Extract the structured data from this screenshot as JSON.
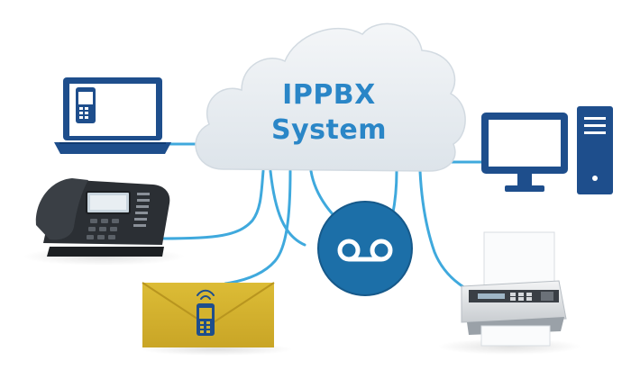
{
  "cloud": {
    "title": "IPPBX",
    "subtitle": "System"
  },
  "colors": {
    "brand_blue": "#1e4e8c",
    "cable_blue": "#3fa9dd",
    "voicemail_blue": "#1c6fa8",
    "envelope_gold": "#d4b32e",
    "cloud_fill": "#e9eef2"
  },
  "nodes": [
    {
      "name": "laptop-with-phone",
      "icon": "laptop-icon"
    },
    {
      "name": "desk-ip-phone",
      "icon": "ip-phone-icon"
    },
    {
      "name": "mobile-envelope",
      "icon": "envelope-mobile-icon"
    },
    {
      "name": "voicemail",
      "icon": "voicemail-icon"
    },
    {
      "name": "fax-machine",
      "icon": "fax-icon"
    },
    {
      "name": "desktop-computer",
      "icon": "desktop-computer-icon"
    }
  ]
}
